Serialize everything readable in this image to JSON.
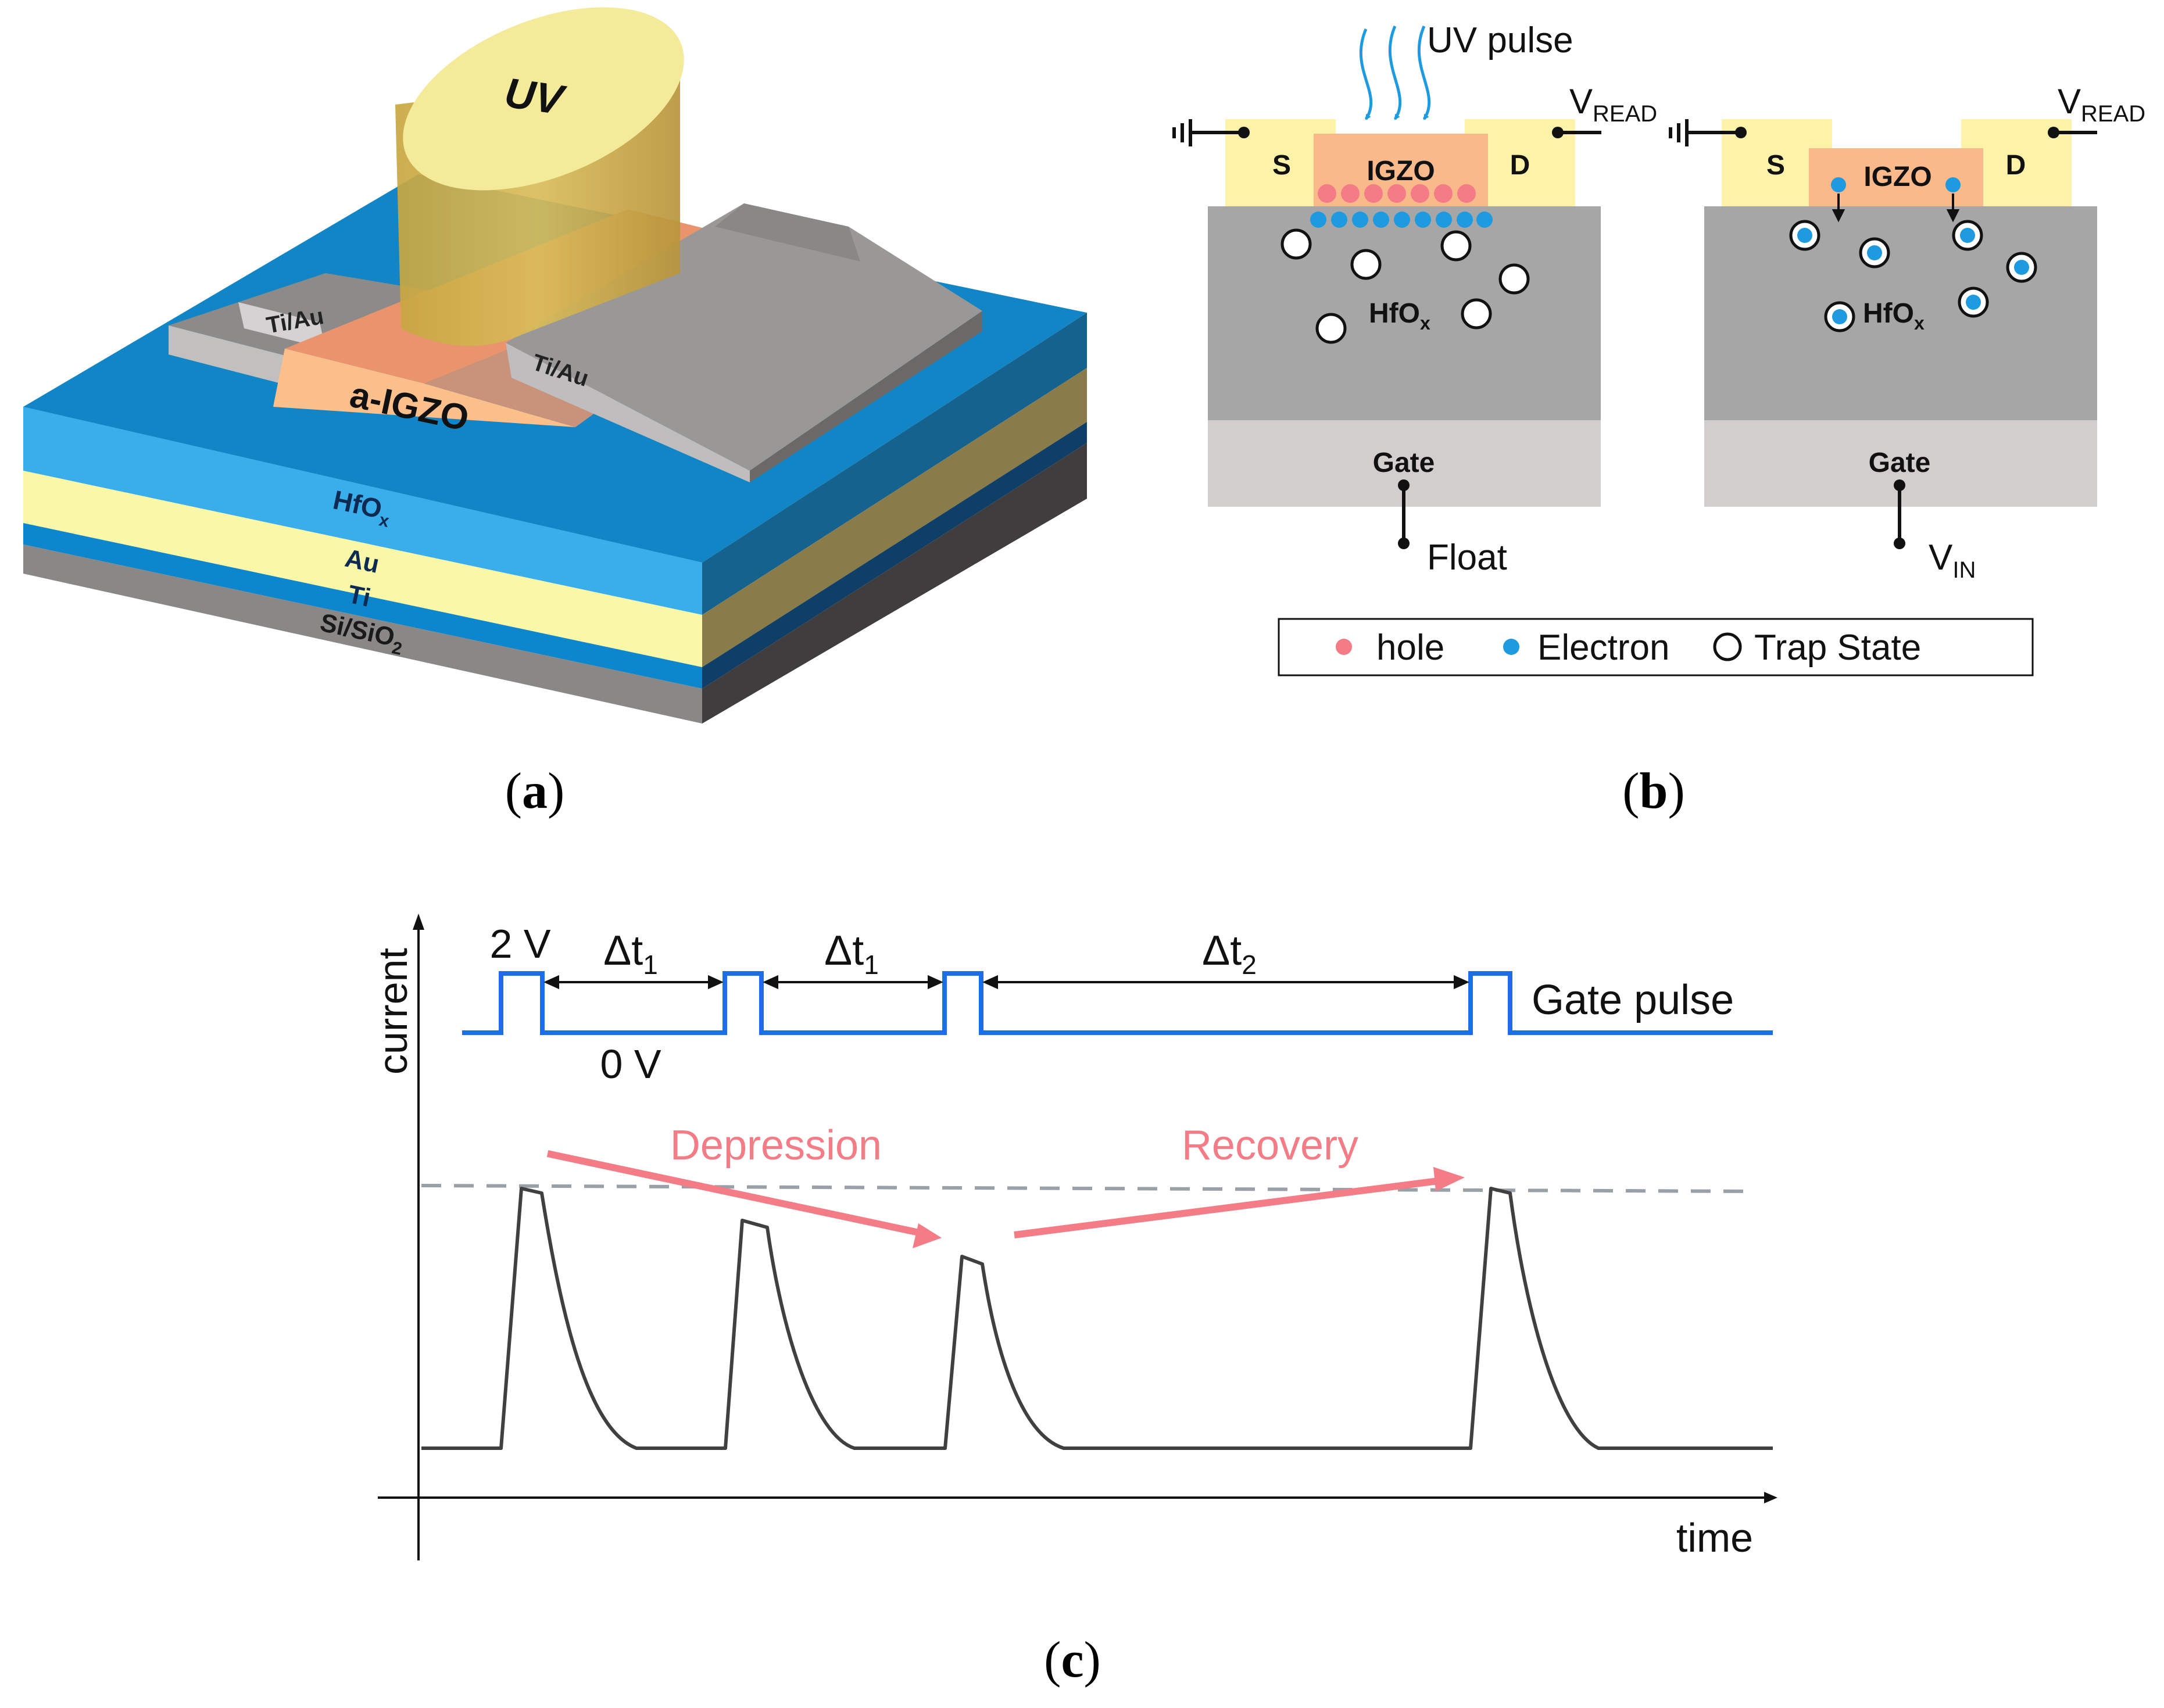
{
  "panel_a": {
    "caption_open": "(",
    "caption_letter": "a",
    "caption_close": ")",
    "uv_label": "UV",
    "ti_au_left": "Ti/Au",
    "ti_au_right": "Ti/Au",
    "channel_label": "a-IGZO",
    "layer_hfox": "HfO",
    "layer_hfox_sub": "x",
    "layer_au": "Au",
    "layer_ti": "Ti",
    "layer_sisio2": "Si/SiO",
    "layer_sisio2_sub": "2",
    "colors": {
      "hfox": "#3aaeea",
      "au": "#f9f7a8",
      "ti": "#0c86cc",
      "substrate": "#8a8787",
      "contact": "#bdbbbb",
      "igzo": "#fbbf8c",
      "uv": "#f3ea9a"
    }
  },
  "panel_b": {
    "caption_open": "(",
    "caption_letter": "b",
    "caption_close": ")",
    "uv_pulse": "UV pulse",
    "left": {
      "source": "S",
      "drain": "D",
      "channel": "IGZO",
      "vread": "V",
      "vread_sub": "READ",
      "dielectric": "HfO",
      "dielectric_sub": "x",
      "gate": "Gate",
      "gate_terminal": "Float"
    },
    "right": {
      "source": "S",
      "drain": "D",
      "channel": "IGZO",
      "vread": "V",
      "vread_sub": "READ",
      "dielectric": "HfO",
      "dielectric_sub": "x",
      "gate": "Gate",
      "gate_terminal": "V",
      "gate_terminal_sub": "IN"
    },
    "legend": {
      "hole": "hole",
      "electron": "Electron",
      "trap": "Trap State"
    },
    "colors": {
      "hole": "#f47c86",
      "electron": "#1e9be0",
      "contact": "#fdf2a8",
      "igzo": "#f9b98a",
      "dielectric": "#a6a6a6",
      "gate": "#d2cece"
    }
  },
  "panel_c": {
    "caption_open": "(",
    "caption_letter": "c",
    "caption_close": ")",
    "y_axis": "current",
    "x_axis": "time",
    "pulse_high": "2 V",
    "pulse_low": "0 V",
    "gate_pulse": "Gate pulse",
    "dt1_a": "Δt",
    "dt1_a_sub": "1",
    "dt1_b": "Δt",
    "dt1_b_sub": "1",
    "dt2": "Δt",
    "dt2_sub": "2",
    "depression": "Depression",
    "recovery": "Recovery",
    "colors": {
      "pulse": "#1c6ee8",
      "current": "#404040",
      "arrow": "#f47c86",
      "dashed": "#9aa0a8"
    }
  }
}
